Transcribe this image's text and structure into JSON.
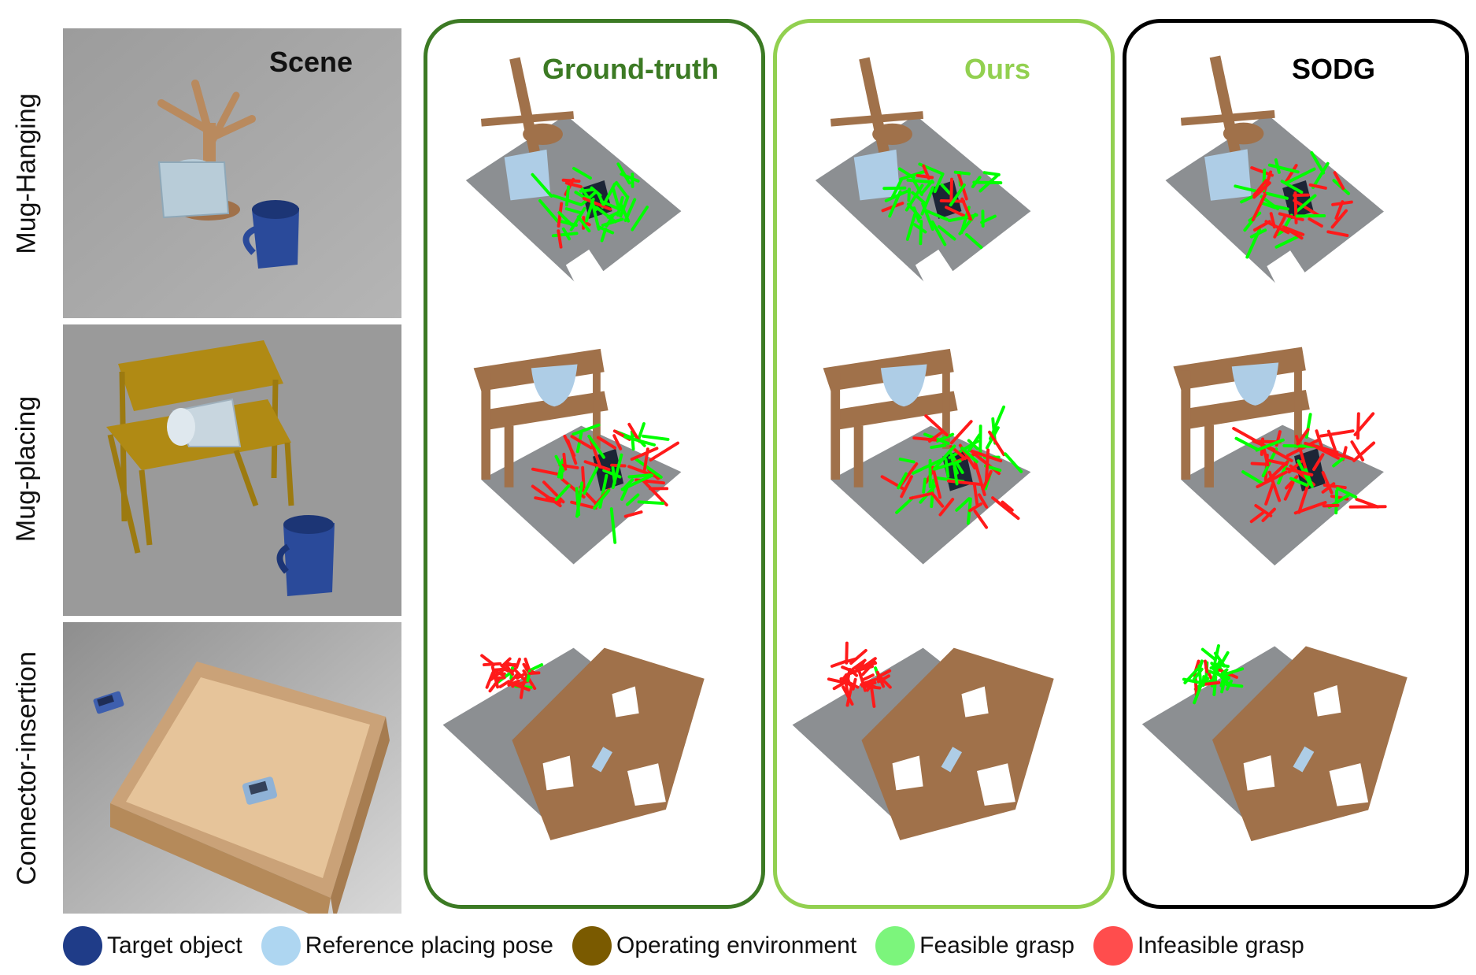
{
  "rows": [
    {
      "label": "Mug-Hanging"
    },
    {
      "label": "Mug-placing"
    },
    {
      "label": "Connector-insertion"
    }
  ],
  "scene_title": "Scene",
  "methods": [
    {
      "title": "Ground-truth",
      "color": "#3c7a24"
    },
    {
      "title": "Ours",
      "color": "#92d050"
    },
    {
      "title": "SODG",
      "color": "#000000"
    }
  ],
  "legend": [
    {
      "label": "Target object",
      "color": "#1f3c88"
    },
    {
      "label": "Reference placing pose",
      "color": "#aed6f1"
    },
    {
      "label": "Operating environment",
      "color": "#7a5a00"
    },
    {
      "label": "Feasible grasp",
      "color": "#7cf57c"
    },
    {
      "label": "Infeasible grasp",
      "color": "#ff4d4d"
    }
  ],
  "colors": {
    "table_gray": "#8c8f92",
    "environment_brown": "#a0714a",
    "target_dark": "#1c2536",
    "reference_blue": "#aecde6",
    "grasp_green": "#00ff00",
    "grasp_red": "#ff1a1a"
  }
}
